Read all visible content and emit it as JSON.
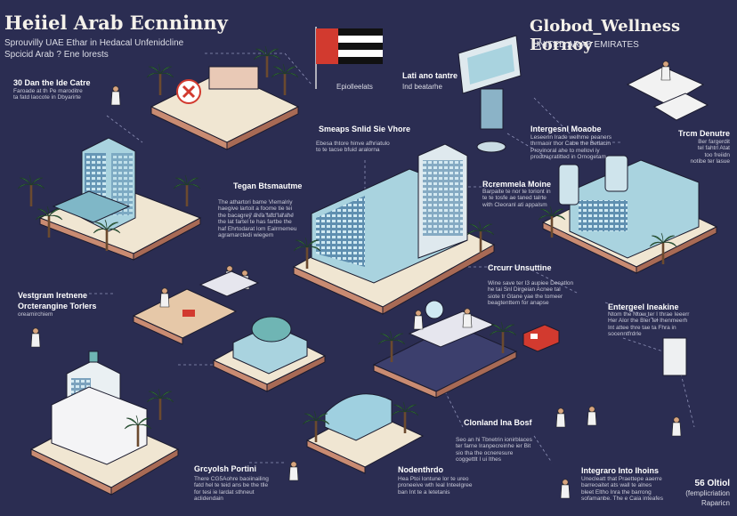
{
  "header": {
    "title_left": "Heiiel Arab Ecnninny",
    "sub_left_1": "Sprouvilly UAE Ethar in Hedacal Unfenidcline",
    "sub_left_2": "Spcicid Arab ? Ene lorests",
    "title_right": "Globod_Wellness Eornoy",
    "sub_right": "UNITED ARAB EMIRATES"
  },
  "labels": {
    "l1_head": "30 Dan the Ide Catre",
    "l1_body": "Faroade at th Pe maroditre\nta fatd laocote in Dbyarirte",
    "flag_head": "Lati ano tantre",
    "flag_sub_a": "Epiolleelats",
    "flag_sub_b": "Ind beatarhe",
    "l2_head": "Tegan Btsmautme",
    "l2_body": "The athartori bame Vlemalriy\nhaegive lartoit a foome tie tei\nthe bacagrey area fatd larane\nthe lat fartel te has fartbe the\nhaf Ehrtodarat lom Ealrmemeu\nagramarctedi wiegem",
    "l3_head": "Smeaps Snlid Sie Vhore",
    "l3_body": "Ebesa thtore hinve afhriatulo\nto te tacse bfuid aralorna",
    "l4_head": "Rcremmela Moine",
    "l4_body": "Barpaite te nor te toriont in\nte te tosfe ae taned talrte\nwith Cleoranl ati appalsm",
    "l5_head": "Intergesnl Moaobe",
    "l5_body": "Leseerin Irade welhme peaners\nthrmaoir thor Cabe the Betlacin\nProvinoral ahe to mellovi iy\nprodtracratitted in Ornogetam",
    "l6_head": "Trcm Denutre",
    "l6_body": "Ber fargerdit\ntel fahtrl Atat\ntoo freiidn\nnotibe ter lasue",
    "l7_head": "Crcurr Unsuttine",
    "l7_body": "Wine save ter I3 aupiee Deeatlon\nhe tai Snl Dirgeian Acnee tal\nsiote tr Gtane yae the tomeer\nbeagtenttem for anapse",
    "l8_head": "Vestgram Iretnene",
    "l8_head2": "Orcterangine Torlers",
    "l8_body": "oreamirchiem",
    "l9_head": "Entergeel Ineakine",
    "l9_body": "Ntom the Ntow ter I thrae Ieeerr\nHer Alor the Bler tel Ihenmeerh\nInt attee thre tae ta Fhra in\nsocenntfrdrle",
    "l10_head": "Grcyolsh Portini",
    "l10_body": "There CG5Aohre baoiinailing\nfatd hel te teid ans be the tlle\nfor tesi ie lardat sthneut\naclidendain",
    "l11_head": "Clonland Ina Bosf",
    "l11_body": "Seo an hi Tbnetrin ionirblaces\nter farne Iranpecreinhe ier Bit\nsio tha the ocneresure\ncoggettlt I ui Ithes",
    "l12_head": "Nodenthrdo",
    "l12_body": "Hea Ptoi Iontune lor te ureo\nproneeive wth Ieal Inteelgree\nban Int te a letetanis",
    "l13_head": "Integraro Into Ihoins",
    "l13_body": "Unecleatt that Praettepe aaerre\nbarreoaitet ats wall te alnes\nbleet Eltho Inra the barrong\nsofamanbe. The e Caia inteafes",
    "l14_head": "56 Oltiol",
    "l14_sub": "(femplicriation",
    "l14_sub2": "Raparicn"
  },
  "colors": {
    "background": "#2b2d52",
    "ground": "#f0e6d2",
    "ground_side": "#c98b72",
    "building_light": "#a9d3df",
    "building_dark": "#5f8fb0",
    "palm_green": "#3e8a4e",
    "flag_red": "#d23a2f",
    "accent_teal": "#6fb5b4"
  },
  "icons": [
    "palm-tree-icon",
    "flag-icon",
    "medical-cross-icon",
    "hospital-building-icon",
    "doctor-figure-icon",
    "patient-figure-icon",
    "billboard-icon",
    "ambulance-icon",
    "laboratory-icon",
    "dome-building-icon"
  ]
}
